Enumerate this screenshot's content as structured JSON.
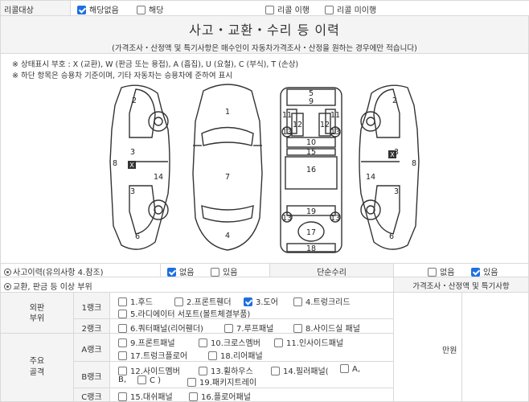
{
  "recall": {
    "label": "리콜대상",
    "opt_none": "해당없음",
    "opt_applicable": "해당",
    "opt_done": "리콜 이행",
    "opt_not_done": "리콜 미이행"
  },
  "header": {
    "title": "사고・교환・수리 등 이력",
    "subtitle": "(가격조사・산정액 및 특기사항은 매수인이 자동차가격조사・산정을 원하는 경우에만 적습니다)"
  },
  "notes": {
    "line1": "※ 상태표시 부호 : X (교환), W (판금 또는 용접), A (흠집), U (요철), C (부식), T (손상)",
    "line2": "※ 하단 항목은 승용차 기준이며, 기타 자동차는 승용차에 준하여 표시"
  },
  "diagram": {
    "marks": [
      {
        "n": "2"
      },
      {
        "n": "3"
      },
      {
        "n": "8"
      },
      {
        "n": "3"
      },
      {
        "n": "14"
      },
      {
        "n": "6"
      },
      {
        "n": "1"
      },
      {
        "n": "7"
      },
      {
        "n": "4"
      },
      {
        "n": "5"
      },
      {
        "n": "9"
      },
      {
        "n": "11"
      },
      {
        "n": "11"
      },
      {
        "n": "12"
      },
      {
        "n": "12"
      },
      {
        "n": "13"
      },
      {
        "n": "13"
      },
      {
        "n": "10"
      },
      {
        "n": "15"
      },
      {
        "n": "16"
      },
      {
        "n": "19"
      },
      {
        "n": "13"
      },
      {
        "n": "13"
      },
      {
        "n": "17"
      },
      {
        "n": "18"
      },
      {
        "n": "2"
      },
      {
        "n": "3"
      },
      {
        "n": "8"
      },
      {
        "n": "3"
      },
      {
        "n": "14"
      },
      {
        "n": "6"
      }
    ],
    "x_mark": "X"
  },
  "accident": {
    "label": "사고이력(유의사항 4.참조)",
    "none": "없음",
    "exists": "있음",
    "simple_repair": "단순수리",
    "none2": "없음",
    "exists2": "있음"
  },
  "exchange": {
    "label": "교환, 판금 등 이상 부위",
    "price_header": "가격조사・산정액 및 특기사항"
  },
  "table": {
    "exterior": "외판\n부위",
    "rank1": "1랭크",
    "rank1_items": [
      "1.후드",
      "2.프론트휀더",
      "3.도어",
      "4.트렁크리드"
    ],
    "rank1_extra": "5.라디에이터 서포트(볼트체결부품)",
    "rank2": "2랭크",
    "rank2_items": [
      "6.쿼터패널(리어휀더)",
      "7.루프패널",
      "8.사이드실 패널"
    ],
    "major": "주요\n골격",
    "rankA": "A랭크",
    "rankA_items": [
      "9.프론트패널",
      "10.크로스멤버",
      "11.인사이드패널"
    ],
    "rankA_extra": [
      "17.트렁크플로어",
      "18.리어패널"
    ],
    "rankB": "B랭크",
    "rankB_items": [
      "12.사이드멤버",
      "13.휠하우스",
      "14.필러패널(",
      "A,"
    ],
    "rankB_extra": [
      "B,",
      "C )",
      "19.패키지트레이"
    ],
    "rankC": "C랭크",
    "rankC_items": [
      "15.대쉬패널",
      "16.플로어패널"
    ],
    "price_unit": "만원"
  }
}
